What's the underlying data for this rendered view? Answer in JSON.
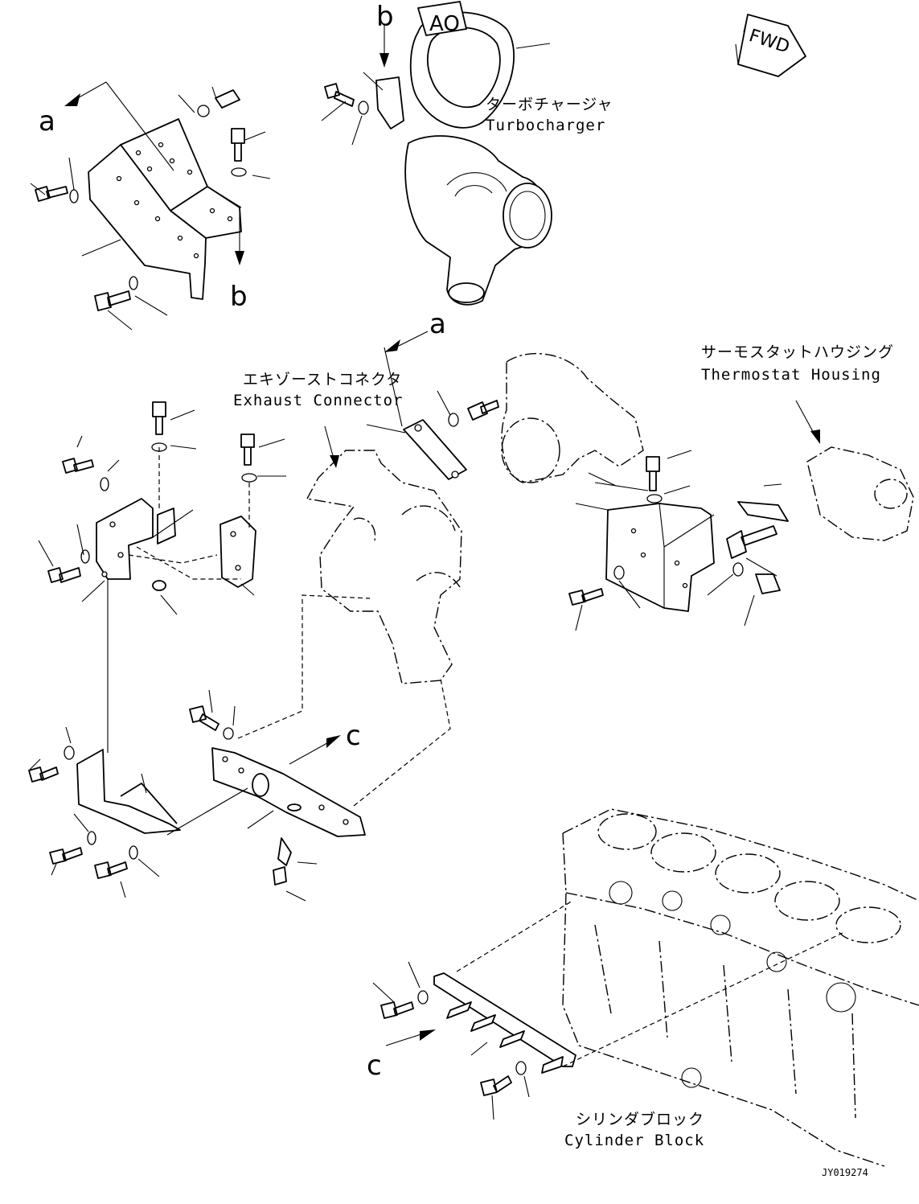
{
  "labels": {
    "turbocharger_jp": "ターボチャージャ",
    "turbocharger_en": "Turbocharger",
    "exhaust_connector_jp": "エキゾーストコネクタ",
    "exhaust_connector_en": "Exhaust Connector",
    "thermostat_housing_jp": "サーモスタットハウジング",
    "thermostat_housing_en": "Thermostat Housing",
    "cylinder_block_jp": "シリンダブロック",
    "cylinder_block_en": "Cylinder Block"
  },
  "refs": {
    "a_top": "a",
    "b_top": "b",
    "b_bottom": "b",
    "a_mid": "a",
    "c_mid": "c",
    "c_bottom": "c"
  },
  "direction": {
    "fwd": "FWD"
  },
  "drawing_code": "JY019274"
}
